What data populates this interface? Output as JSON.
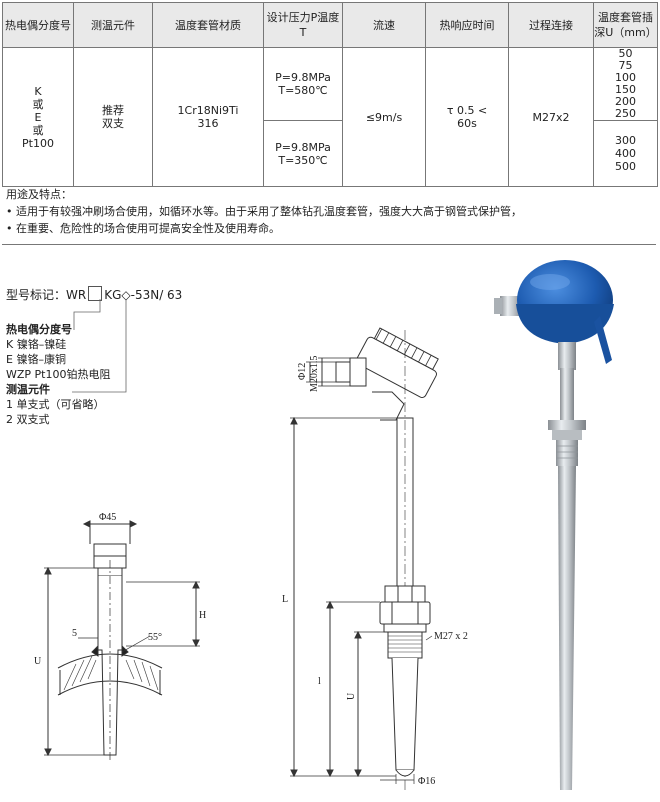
{
  "table": {
    "headers": [
      "热电偶分度号",
      "测温元件",
      "温度套管材质",
      "设计压力P温度T",
      "流速",
      "热响应时间",
      "过程连接",
      "温度套管插深U（mm）"
    ],
    "graduation": [
      "K",
      "或",
      "E",
      "或",
      "Pt100"
    ],
    "element": [
      "推荐",
      "双支"
    ],
    "material": [
      "1Cr18Ni9Ti",
      "316"
    ],
    "pressure_1": [
      "P=9.8MPa",
      "T=580℃"
    ],
    "pressure_2": [
      "P=9.8MPa",
      "T=350℃"
    ],
    "velocity": "≤9m/s",
    "response_sub": "τ 0.5 <",
    "response_val": "60s",
    "connection": "M27x2",
    "depth_1": [
      "50",
      "75",
      "100",
      "150",
      "200",
      "250"
    ],
    "depth_2": [
      "300",
      "400",
      "500"
    ]
  },
  "usage": {
    "title": "用途及特点：",
    "line1": "• 适用于有较强冲刷场合使用，如循环水等。由于采用了整体钻孔温度套管，强度大大高于钢管式保护管，",
    "line2": "• 在重要、危险性的场合使用可提高安全性及使用寿命。"
  },
  "model": {
    "prefix": "型号标记：WR",
    "middle": "KG◇-53N/ 63"
  },
  "legend": {
    "h1": "热电偶分度号",
    "k": "K  镍铬–镍硅",
    "e": "E  镍铬–康铜",
    "wzp": "WZP  Pt100铂热电阻",
    "h2": "测温元件",
    "s1": "1  单支式（可省略）",
    "s2": "2  双支式"
  },
  "dims": {
    "d45": "Φ45",
    "h": "H",
    "five": "5",
    "angle": "55°",
    "u_left": "U",
    "m20": "M20x1.5",
    "d12": "Φ12",
    "L": "L",
    "m27": "M27 x 2",
    "l": "l",
    "u_mid": "U",
    "d16": "Φ16"
  }
}
